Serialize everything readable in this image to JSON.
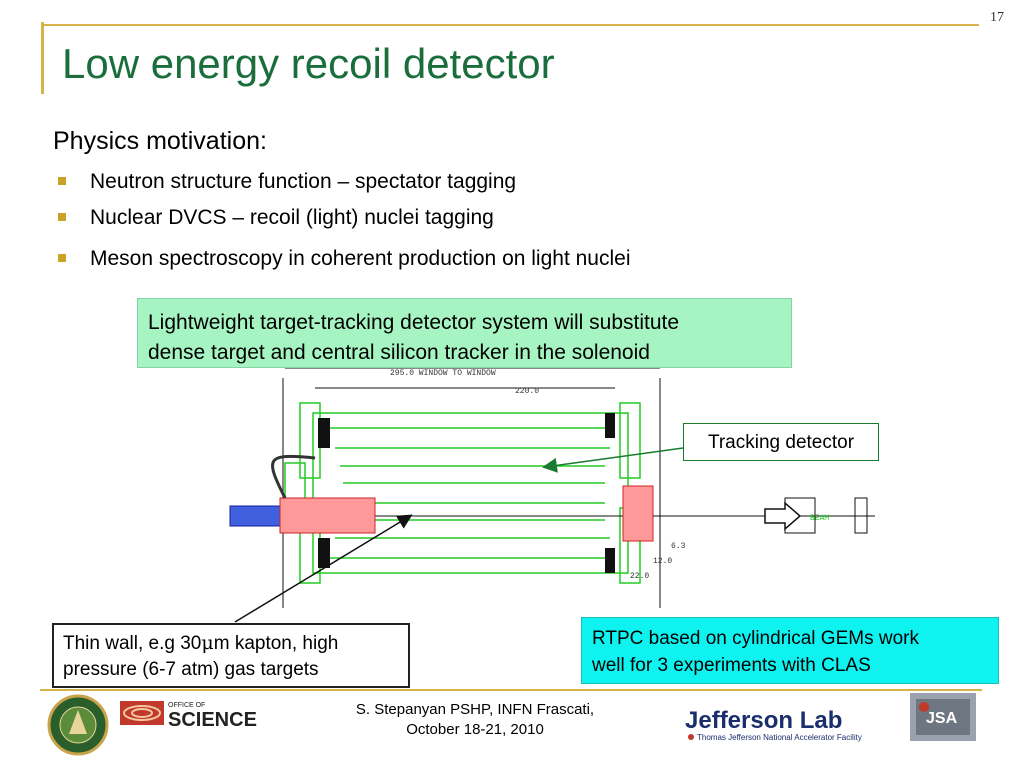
{
  "slide_number": "17",
  "title": "Low energy recoil detector",
  "motivation_heading": "Physics motivation:",
  "bullets": [
    "Neutron structure function – spectator tagging",
    "Nuclear DVCS – recoil (light) nuclei tagging",
    "Meson spectroscopy in coherent production on light nuclei"
  ],
  "callout_green": {
    "line1": "Lightweight target-tracking detector system will substitute",
    "line2": "dense target and central silicon tracker in the solenoid"
  },
  "label_tracking": "Tracking detector",
  "callout_thin_wall": {
    "line1_pre": "Thin wall, e.g 30",
    "mu": "μ",
    "line1_post": "m kapton, high",
    "line2": "pressure (6-7 atm) gas targets"
  },
  "callout_rtpc": {
    "line1": "RTPC based on cylindrical GEMs work",
    "line2": "well for 3 experiments with CLAS"
  },
  "drawing": {
    "dim_window": "295.0 WINDOW TO WINDOW",
    "dim_220": "220.0",
    "dim_6_3": "6.3",
    "dim_12": "12.0",
    "dim_22": "22.0",
    "beam_label": "BEAM"
  },
  "footer": {
    "credit_line1": "S. Stepanyan PSHP, INFN Frascati,",
    "credit_line2": "October 18-21, 2010",
    "science_office": "OFFICE OF",
    "science_word": "SCIENCE",
    "jlab_name": "Jefferson Lab",
    "jlab_sub": "Thomas Jefferson National Accelerator Facility",
    "jsa": "JSA"
  },
  "colors": {
    "title_green": "#1a6e3c",
    "accent_gold": "#d4b348",
    "callout_green_bg": "#a6f4c2",
    "callout_cyan_bg": "#0ff3f0",
    "drawing_green": "#22cc22"
  }
}
